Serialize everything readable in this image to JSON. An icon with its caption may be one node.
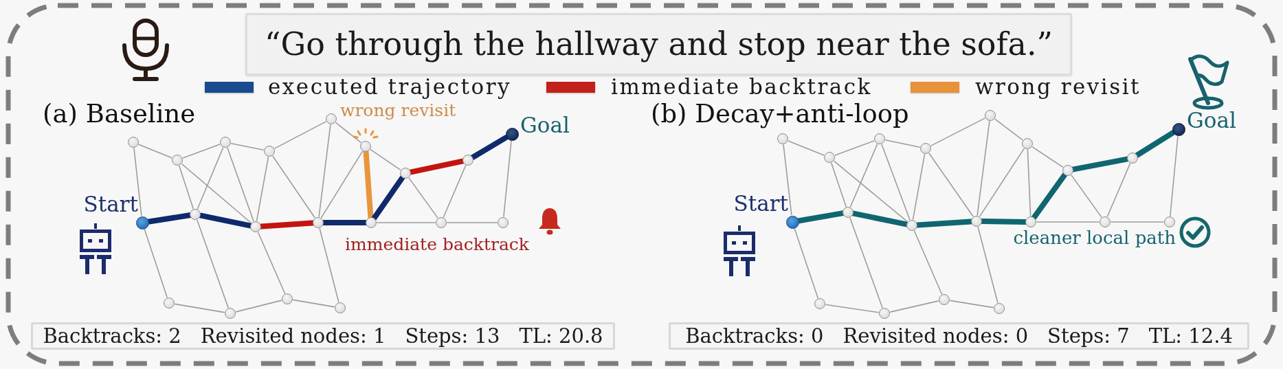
{
  "diagram": {
    "nodes": [
      {
        "text": [
          "“Go through the hallway and stop near the sofa.”"
        ]
      },
      {
        "text": [],
        "shape": "circle"
      },
      {
        "text": [],
        "shape": "circle"
      },
      {
        "text": [],
        "shape": "circle"
      },
      {
        "text": [],
        "shape": "circle"
      },
      {
        "text": [],
        "shape": "circle"
      },
      {
        "text": [],
        "shape": "circle"
      },
      {
        "text": [],
        "shape": "circle"
      },
      {
        "text": [],
        "shape": "circle"
      },
      {
        "text": [],
        "shape": "circle",
        "beside": [
          "Goal"
        ]
      },
      {
        "text": [],
        "shape": "circle",
        "beside": [
          "Start"
        ]
      },
      {
        "text": [],
        "shape": "circle"
      },
      {
        "text": [],
        "shape": "circle"
      },
      {
        "text": [],
        "shape": "circle"
      },
      {
        "text": [],
        "shape": "circle"
      },
      {
        "text": [],
        "shape": "circle"
      },
      {
        "text": [],
        "shape": "circle"
      },
      {
        "text": [],
        "shape": "circle"
      },
      {
        "text": [],
        "shape": "circle"
      },
      {
        "text": [],
        "shape": "circle"
      },
      {
        "text": [],
        "shape": "circle"
      },
      {
        "text": [
          "Backtracks: 2",
          "Revisited nodes: 1",
          "Steps: 13",
          "TL: 20.8"
        ]
      },
      {
        "text": [],
        "shape": "circle"
      },
      {
        "text": [],
        "shape": "circle"
      },
      {
        "text": [],
        "shape": "circle"
      },
      {
        "text": [],
        "shape": "circle"
      },
      {
        "text": [],
        "shape": "circle"
      },
      {
        "text": [],
        "shape": "circle"
      },
      {
        "text": [],
        "shape": "circle"
      },
      {
        "text": [],
        "shape": "circle"
      },
      {
        "text": [],
        "shape": "circle",
        "beside": [
          "Goal"
        ]
      },
      {
        "text": [],
        "shape": "circle",
        "beside": [
          "Start"
        ]
      },
      {
        "text": [],
        "shape": "circle"
      },
      {
        "text": [],
        "shape": "circle"
      },
      {
        "text": [],
        "shape": "circle"
      },
      {
        "text": [],
        "shape": "circle"
      },
      {
        "text": [],
        "shape": "circle"
      },
      {
        "text": [],
        "shape": "circle"
      },
      {
        "text": [],
        "shape": "circle"
      },
      {
        "text": [],
        "shape": "circle"
      },
      {
        "text": [],
        "shape": "circle"
      },
      {
        "text": [],
        "shape": "circle"
      },
      {
        "text": [
          "Backtracks: 0",
          "Revisited nodes: 0",
          "Steps: 7",
          "TL: 12.4"
        ]
      }
    ],
    "edges": [
      {
        "from": 10,
        "to": 11,
        "arrow": "none",
        "style": "thick",
        "color": "#0e2a6b"
      },
      {
        "from": 11,
        "to": 12,
        "arrow": "none",
        "style": "thick",
        "color": "#0e2a6b"
      },
      {
        "from": 12,
        "to": 13,
        "arrow": "none",
        "style": "thick",
        "color": "#c3140e"
      },
      {
        "from": 13,
        "to": 14,
        "arrow": "none",
        "style": "thick",
        "color": "#0e2a6b"
      },
      {
        "from": 14,
        "to": 6,
        "arrow": "none",
        "style": "thick",
        "color": "#e8963c"
      },
      {
        "from": 14,
        "to": 7,
        "arrow": "none",
        "style": "thick",
        "color": "#0e2a6b"
      },
      {
        "from": 7,
        "to": 8,
        "arrow": "none",
        "style": "thick",
        "color": "#c3140e"
      },
      {
        "from": 8,
        "to": 9,
        "arrow": "none",
        "style": "thick",
        "color": "#0e2a6b"
      },
      {
        "from": 1,
        "to": 2,
        "arrow": "none"
      },
      {
        "from": 1,
        "to": 10,
        "arrow": "none"
      },
      {
        "from": 2,
        "to": 3,
        "arrow": "none"
      },
      {
        "from": 3,
        "to": 4,
        "arrow": "none"
      },
      {
        "from": 4,
        "to": 5,
        "arrow": "none"
      },
      {
        "from": 5,
        "to": 6,
        "arrow": "none"
      },
      {
        "from": 6,
        "to": 7,
        "arrow": "none"
      },
      {
        "from": 5,
        "to": 13,
        "arrow": "none"
      },
      {
        "from": 2,
        "to": 11,
        "arrow": "none"
      },
      {
        "from": 2,
        "to": 12,
        "arrow": "none"
      },
      {
        "from": 3,
        "to": 11,
        "arrow": "none"
      },
      {
        "from": 3,
        "to": 12,
        "arrow": "none"
      },
      {
        "from": 4,
        "to": 12,
        "arrow": "none"
      },
      {
        "from": 4,
        "to": 13,
        "arrow": "none"
      },
      {
        "from": 6,
        "to": 13,
        "arrow": "none"
      },
      {
        "from": 7,
        "to": 15,
        "arrow": "none"
      },
      {
        "from": 8,
        "to": 15,
        "arrow": "none"
      },
      {
        "from": 9,
        "to": 16,
        "arrow": "none"
      },
      {
        "from": 14,
        "to": 15,
        "arrow": "none"
      },
      {
        "from": 15,
        "to": 16,
        "arrow": "none"
      },
      {
        "from": 10,
        "to": 17,
        "arrow": "none"
      },
      {
        "from": 11,
        "to": 18,
        "arrow": "none"
      },
      {
        "from": 17,
        "to": 18,
        "arrow": "none"
      },
      {
        "from": 18,
        "to": 19,
        "arrow": "none"
      },
      {
        "from": 12,
        "to": 19,
        "arrow": "none"
      },
      {
        "from": 19,
        "to": 20,
        "arrow": "none"
      },
      {
        "from": 13,
        "to": 20,
        "arrow": "none"
      },
      {
        "from": 31,
        "to": 32,
        "arrow": "none",
        "style": "thick",
        "color": "#0f6670"
      },
      {
        "from": 32,
        "to": 33,
        "arrow": "none",
        "style": "thick",
        "color": "#0f6670"
      },
      {
        "from": 33,
        "to": 34,
        "arrow": "none",
        "style": "thick",
        "color": "#0f6670"
      },
      {
        "from": 34,
        "to": 35,
        "arrow": "none",
        "style": "thick",
        "color": "#0f6670"
      },
      {
        "from": 35,
        "to": 28,
        "arrow": "none",
        "style": "thick",
        "color": "#0f6670"
      },
      {
        "from": 28,
        "to": 29,
        "arrow": "none",
        "style": "thick",
        "color": "#0f6670"
      },
      {
        "from": 29,
        "to": 30,
        "arrow": "none",
        "style": "thick",
        "color": "#0f6670"
      },
      {
        "from": 22,
        "to": 23,
        "arrow": "none"
      },
      {
        "from": 22,
        "to": 31,
        "arrow": "none"
      },
      {
        "from": 23,
        "to": 24,
        "arrow": "none"
      },
      {
        "from": 24,
        "to": 25,
        "arrow": "none"
      },
      {
        "from": 25,
        "to": 26,
        "arrow": "none"
      },
      {
        "from": 26,
        "to": 27,
        "arrow": "none"
      },
      {
        "from": 27,
        "to": 28,
        "arrow": "none"
      },
      {
        "from": 26,
        "to": 34,
        "arrow": "none"
      },
      {
        "from": 23,
        "to": 32,
        "arrow": "none"
      },
      {
        "from": 23,
        "to": 33,
        "arrow": "none"
      },
      {
        "from": 24,
        "to": 32,
        "arrow": "none"
      },
      {
        "from": 24,
        "to": 33,
        "arrow": "none"
      },
      {
        "from": 25,
        "to": 33,
        "arrow": "none"
      },
      {
        "from": 25,
        "to": 34,
        "arrow": "none"
      },
      {
        "from": 27,
        "to": 34,
        "arrow": "none"
      },
      {
        "from": 27,
        "to": 35,
        "arrow": "none"
      },
      {
        "from": 28,
        "to": 36,
        "arrow": "none"
      },
      {
        "from": 29,
        "to": 36,
        "arrow": "none"
      },
      {
        "from": 30,
        "to": 37,
        "arrow": "none"
      },
      {
        "from": 35,
        "to": 36,
        "arrow": "none"
      },
      {
        "from": 36,
        "to": 37,
        "arrow": "none"
      },
      {
        "from": 31,
        "to": 38,
        "arrow": "none"
      },
      {
        "from": 32,
        "to": 39,
        "arrow": "none"
      },
      {
        "from": 38,
        "to": 39,
        "arrow": "none"
      },
      {
        "from": 39,
        "to": 40,
        "arrow": "none"
      },
      {
        "from": 33,
        "to": 40,
        "arrow": "none"
      },
      {
        "from": 40,
        "to": 41,
        "arrow": "none"
      },
      {
        "from": 34,
        "to": 41,
        "arrow": "none"
      }
    ],
    "labels": [
      "(a) Baseline",
      "wrong revisit",
      "immediate backtrack",
      "(b) Decay+anti-loop",
      "cleaner local path"
    ],
    "legend": [
      {
        "text": "executed trajectory",
        "color": "#1a4a90"
      },
      {
        "text": "immediate backtrack",
        "color": "#c4201a"
      },
      {
        "text": "wrong revisit",
        "color": "#e8923a"
      }
    ]
  }
}
